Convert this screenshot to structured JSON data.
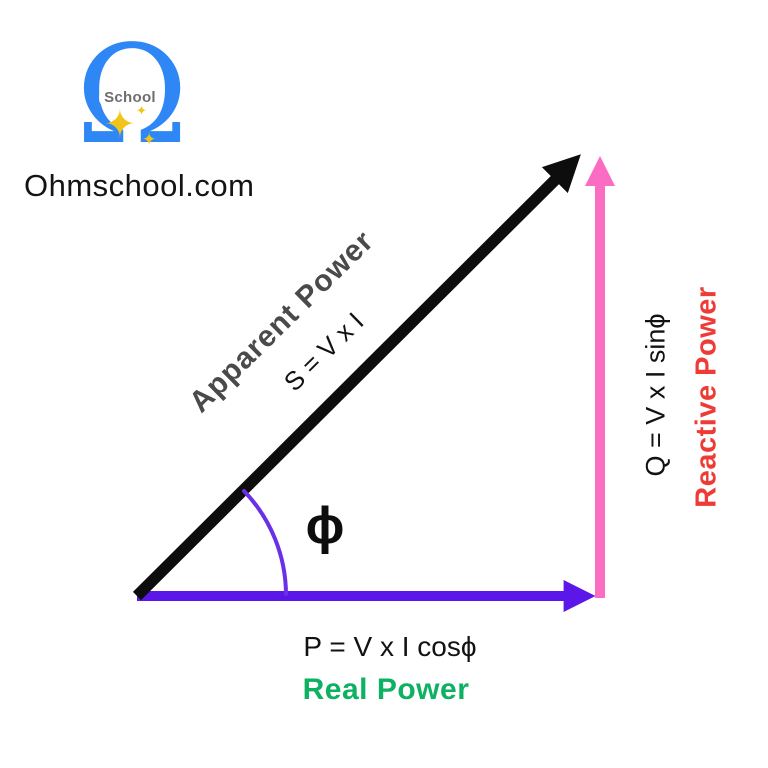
{
  "brand": {
    "omega_glyph": "Ω",
    "school_badge": "School",
    "sparkle_glyph": "✦",
    "site_name": "Ohmschool.com",
    "logo_blue": "#2f86f5",
    "sparkle_gold": "#f2c318"
  },
  "diagram": {
    "type": "power-triangle",
    "angle_symbol": "ϕ",
    "arc_color": "#6a30e8",
    "vectors": {
      "apparent": {
        "label": "Apparent Power",
        "formula": "S = V x I",
        "arrow_color": "#0d0d0d",
        "label_color": "#4a4a4a"
      },
      "reactive": {
        "label": "Reactive Power",
        "formula": "Q = V x I sinϕ",
        "arrow_color": "#fb6dc3",
        "label_color": "#ee3b35"
      },
      "real": {
        "label": "Real Power",
        "formula": "P = V x I cosϕ",
        "arrow_color": "#5b17e8",
        "label_color": "#0cb261"
      }
    }
  }
}
